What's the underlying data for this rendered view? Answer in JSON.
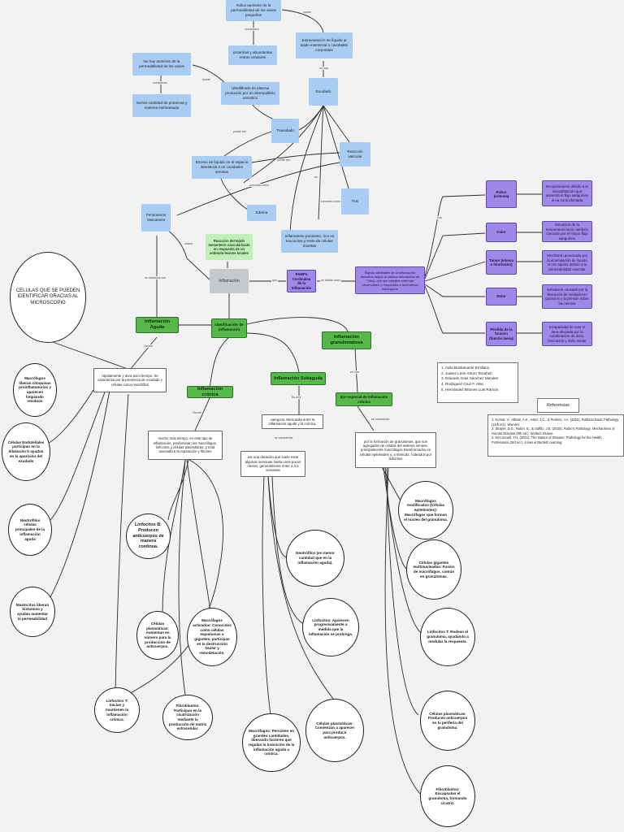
{
  "nodes": {
    "n_perm": "Indica aumento de la permeabilidad de los vasos pequeños",
    "n_extrav": "Extravasación de líquido al tejido intersticial o cavidades corporales",
    "n_prot": "proteínas y abundantes restos celulares",
    "n_no_aumento": "No hay aumento de la permeabilidad de los vasos",
    "n_ultra": "Ultrafiltrado de plasma producido por un desequilibrio osmótico",
    "n_exudado": "Exudado",
    "n_menos": "menos cantidad de proteínas y material extravasado",
    "n_trasudado": "Trasudado",
    "n_exceso": "Exceso de líquido en el espacio intersticial o en cavidades serosas",
    "n_reaccion": "Reacción vascular",
    "n_pus": "Pus",
    "n_edema": "Edema",
    "n_fen": "Fenómenos Vasculares",
    "n_infpur": "Inflamatorio purulento, rico en leucocitos y resto de células muertas",
    "n_reac_tejido": "Reacción del tejido mesenterio vascularizado en respuesta de un estímulo lesivos locales",
    "n_inflamacion": "Inflamación",
    "n_pamps": "PAMPs Cardinales de la Inflamación",
    "n_signos": "Signos cardinales de la inflamación descritos según la clásica descripción de Celso, que son señales externas observables y responden a fenómenos fisiológicos",
    "n_rubor": "Rubor (eritema)",
    "n_calor": "Calor",
    "n_tumor": "Tumor (edema o hinchazón)",
    "n_dolor": "Dolor",
    "n_perdida": "Pérdida de la función (functio laesa)",
    "n_rubor_d": "Enrojecimiento debido a la vasodilatación que aumenta el flujo sanguíneo en la zona afectada",
    "n_calor_d": "Elevación de la temperatura local, también causada por el mayor flujo sanguíneo",
    "n_tumor_d": "Hinchazón provocada por la acumulación de líquido en los tejidos debido a la permeabilidad vascular",
    "n_dolor_d": "Sensación causada por la liberación de mediadores químicos y la presión sobre las nervios",
    "n_perdida_d": "Incapacidad de usar el área afectada por la combinación de dolor, hinchazón y daño tisular",
    "n_clasif": "clasificación de inflamación",
    "n_aguda": "Inflamación Aguda",
    "n_cronica": "Inflamación crónica",
    "n_subaguda": "Inflamación Subaguda",
    "n_granul": "Inflamación granulomatosa",
    "n_aguda_d": "rápidamente y dura poco tiempo. Se caracteriza por la presencia de exudado y células como neutrófilos",
    "n_cronica_d": "mucho más tiempo, en este tipo de inflamación, predominan los macrófagos, linfocitos y células plasmáticas, y está asociada a la reparación y fibrosis",
    "n_sub_cat": "categoría intermedia entre la inflamación aguda y la crónica.",
    "n_sub_dur": "por una duración que suele estar algunas semanas hasta unos pocos meses, generalmente entre 2 a 6 semanas",
    "n_granul_tipo": "tipo especial de inflamación crónica",
    "n_granul_d": "por la formación de granulomas, que son agregados de células del sistema inmune, principalmente macrófagos transformados en células epitelioides y, a menudo, rodeados por linfocitos",
    "c_titulo": "CELULAS QUE SE PUEDEN IDENTIFICAR GRACIAS AL MICROSCOPIO",
    "c_macro_lib": "Macrófagos liberan citoquinas proinflamatorias y aparecen limpiando residuos",
    "c_endo": "Células Endoteliales participan en la dilatación h ayudan en la aparición del exudado",
    "c_neutro": "Neutrófilos células principales de la inflamación aguda",
    "c_masto": "Mastocitos liberan histamina y ayudan aumentar la permeabilidad",
    "c_linfob": "Linfocitos B: Producen anticuerpos de manera continua.",
    "c_plasm": "Células plasmáticas: Aumentan en número para la producción de anticuerpos.",
    "c_macact": "Macrófagos activados: Conocidos como células espumosas o gigantes, participan en la destrucción tisular y remodelación.",
    "c_linfot": "Linfocitos T: Inician y mantienen la inflamación crónica.",
    "c_fibro": "Fibroblastos: Participan en la cicatrización mediante la producción de matriz extracelular.",
    "c_neut_sub": "Neutrófilos (en menor cantidad que en la inflamación aguda).",
    "c_linfo_sub": "Linfocitos: Aparecen progresivamente a medida que la inflamación se prolonga.",
    "c_macro_sub": "Macrófagos: Persisten en grandes cantidades, liberando factores que regulan la transición de la inflamación aguda a crónica.",
    "c_plasm_sub": "Células plasmáticas: Comienzan a aparecer para producir anticuerpos.",
    "c_macmod": "Macrófagos modificados (Células epitelioides): Macrófagos que forman el núcleo del granuloma.",
    "c_gigantes": "Células gigantes multinucleadas: Fusión de macrófagos, común en granulomas.",
    "c_linfot_g": "Linfocitos T: Rodean el granuloma, ayudando a modular la respuesta.",
    "c_plasm_g": "Células plasmáticas: Producen anticuerpos en la periferia del granuloma.",
    "c_fibro_g": "Fibroblastos: Encapsulan el granuloma, formando cicatriz."
  },
  "labels": {
    "l_causa": "causa",
    "l_compuesto": "compuesto",
    "l_no_hay": "no hay",
    "l_compuesto2": "compuesto",
    "l_donde": "donde",
    "l_puede_ser": "puede ser",
    "l_puede_ser2": "puede ser",
    "l_conocido": "conocido como",
    "l_es": "es",
    "l_conocido2": "conocido como",
    "l_se_relaciona": "se relaciona con",
    "l_se_define": "se define como",
    "l_causa2": "causa",
    "l_que": "que",
    "l_ocurre": "Ocurre",
    "l_ocurre2": "Ocurre",
    "l_es2": "Es una",
    "l_se_caracteriza": "se caracteriza",
    "l_se_caracteriza2": "se caracteriza",
    "l_es_un": "es una",
    "l_son": "son"
  },
  "authors": [
    "1. Avila Bustamante Emiliano",
    "2. Juárez León Arturo Tenahuh",
    "3. Eduardo Gael Sánchez Mendez",
    "4. Rodriguez Cruz F. Alan",
    "5. Hernández Briones Luis Ramón"
  ],
  "references_title": "Referencias",
  "references": [
    "1. Kumar, V., Abbas, A.K., Aster, J.C., & Perkins, J.A. (2022). Robbins Basic Pathology (11th ed.). Elsevier.",
    "2. Strayer, D.S., Rubin, E., & Saffitz, J.E. (2020). Rubin's Pathology: Mechanisms of Human Disease (8th ed.). Wolters Kluwer.",
    "3. McConnell, T.H. (2021). The Nature of Disease: Pathology for the Health Professions (3rd ed.). Jones & Bartlett Learning."
  ]
}
